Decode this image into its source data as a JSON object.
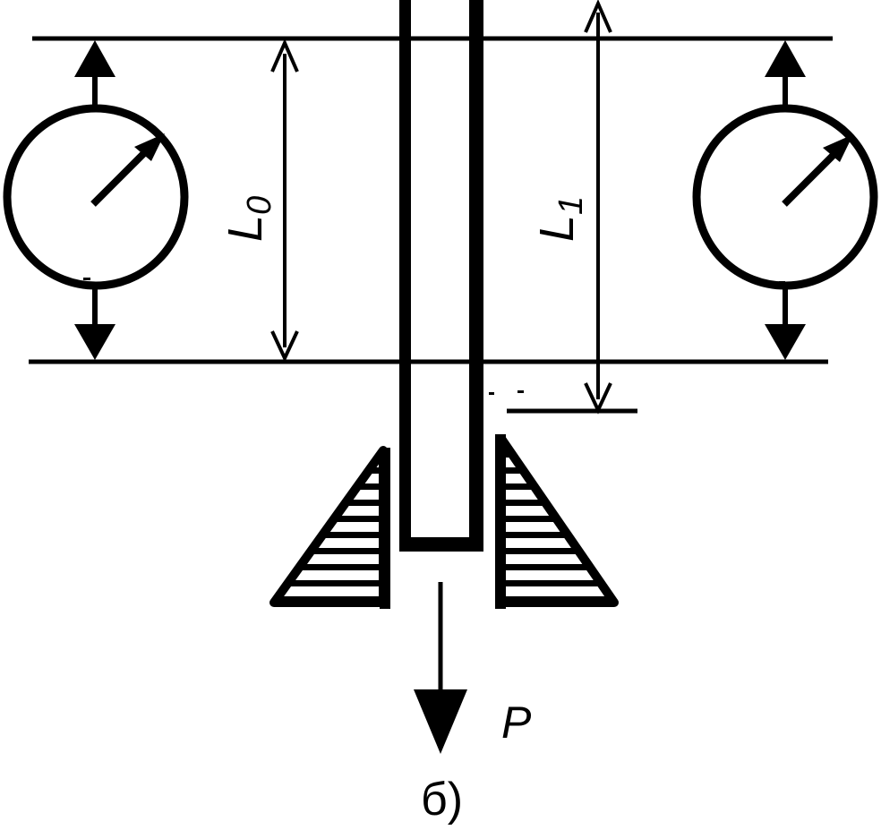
{
  "labels": {
    "l0": "L",
    "l0_sub": "0",
    "l1": "L",
    "l1_sub": "1",
    "force": "P",
    "caption": "б)"
  },
  "colors": {
    "ink": "#000000",
    "background": "#ffffff"
  }
}
